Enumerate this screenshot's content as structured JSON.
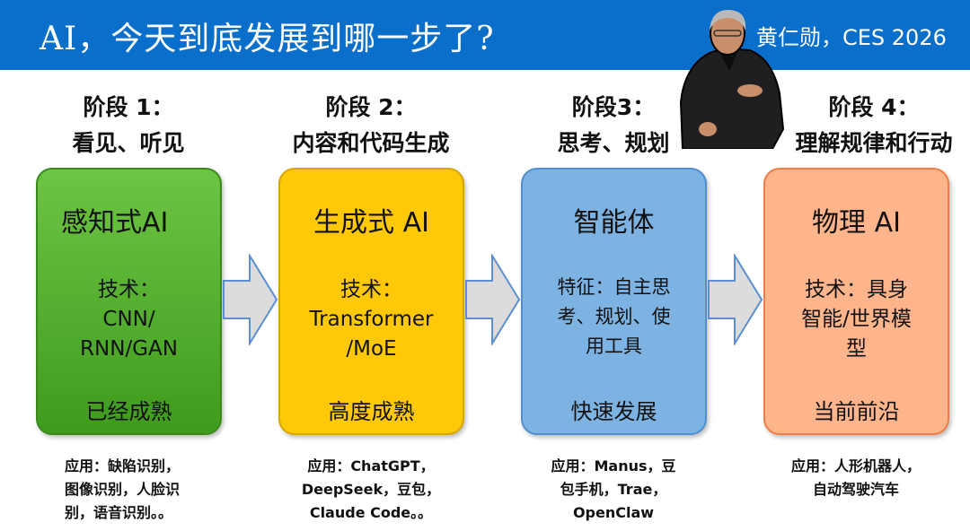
{
  "header": {
    "title": "AI，今天到底发展到哪一步了?",
    "speaker": "黄仁勋，CES 2026"
  },
  "stages": [
    {
      "stage": "阶段 1：",
      "goal": "看见、听见",
      "name": "感知式AI",
      "tech": "技术：\nCNN/\nRNN/GAN",
      "status": "已经成熟",
      "apps": "应用：缺陷识别，\n图像识别，人脸识\n别，语音识别。。",
      "color": "#54ad2c"
    },
    {
      "stage": "阶段 2：",
      "goal": "内容和代码生成",
      "name": "生成式 AI",
      "tech": "技术：\nTransformer\n/MoE",
      "status": "高度成熟",
      "apps": "应用：ChatGPT，\nDeepSeek，豆包，\nClaude Code。。",
      "color": "#ffc90a"
    },
    {
      "stage": "阶段3：",
      "goal": "思考、规划",
      "name": "智能体",
      "tech": "特征：自主思\n考、规划、使\n用工具",
      "status": "快速发展",
      "apps": "应用：Manus，豆\n包手机，Trae，\nOpenClaw",
      "color": "#7db3e3"
    },
    {
      "stage": "阶段 4：",
      "goal": "理解规律和行动",
      "name": "物理 AI",
      "tech": "技术：具身\n智能/世界模\n型",
      "status": "当前前沿",
      "apps": "应用：人形机器人，\n自动驾驶汽车",
      "color": "#ffb58c"
    }
  ]
}
